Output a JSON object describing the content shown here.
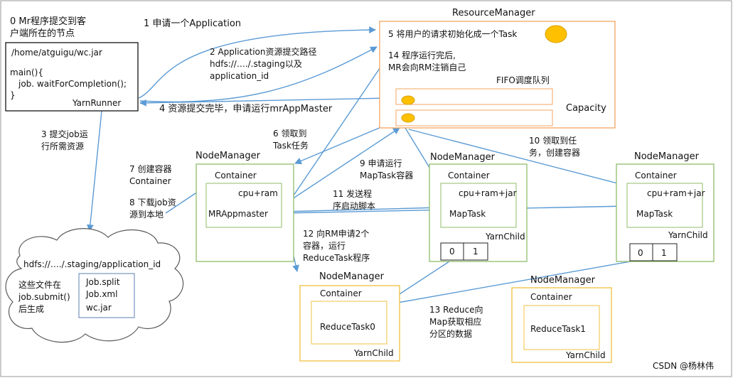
{
  "colors": {
    "arrow": "#5b9bd5",
    "resource_manager_border": "#f4a460",
    "nodemanager_green": "#8fbc6a",
    "nodemanager_yellow": "#f0c040",
    "task_dot": "#ffc000",
    "text": "#111111"
  },
  "client": {
    "caption_line1": "0 Mr程序提交到客",
    "caption_line2": "户端所在的节点",
    "jar_path": "/home/atguigu/wc.jar",
    "main_line": "main(){",
    "wait_line": "job. waitForCompletion();",
    "close_brace": "}",
    "runner": "YarnRunner"
  },
  "resource_manager": {
    "title": "ResourceManager",
    "step5": "5 将用户的请求初始化成一个Task",
    "step14_line1": "14 程序运行完后,",
    "step14_line2": "MR会向RM注销自己",
    "fifo": "FIFO调度队列",
    "capacity": "Capacity"
  },
  "steps": {
    "s1": "1 申请一个Application",
    "s2_line1": "2 Application资源提交路径",
    "s2_line2": "hdfs://…./.staging以及",
    "s2_line3": "application_id",
    "s4": "4 资源提交完毕，申请运行mrAppMaster",
    "s3_line1": "3 提交job运",
    "s3_line2": "行所需资源",
    "s6_line1": "6 领取到",
    "s6_line2": "Task任务",
    "s7_line1": "7 创建容器",
    "s7_line2": "Container",
    "s8_line1": "8 下载job资",
    "s8_line2": "源到本地",
    "s9_line1": "9 申请运行",
    "s9_line2": "MapTask容器",
    "s10_line1": "10 领取到任",
    "s10_line2": "务，创建容器",
    "s11_line1": "11 发送程",
    "s11_line2": "序启动脚本",
    "s12_line1": "12 向RM申请2个",
    "s12_line2": "容器，运行",
    "s12_line3": "ReduceTask程序",
    "s13_line1": "13 Reduce向",
    "s13_line2": "Map获取相应",
    "s13_line3": "分区的数据"
  },
  "hdfs": {
    "path": "hdfs://…./.staging/application_id",
    "note_line1": "这些文件在",
    "note_line2": "job.submit()",
    "note_line3": "后生成",
    "files": [
      "Job.split",
      "Job.xml",
      "wc.jar"
    ]
  },
  "nodes": {
    "nm_label": "NodeManager",
    "container_label": "Container",
    "master_cpu": "cpu+ram",
    "master_name": "MRAppmaster",
    "map_cpu": "cpu+ram+jar",
    "map_task": "MapTask",
    "yarn_child": "YarnChild",
    "partition0": "0",
    "partition1": "1",
    "reduce0": "ReduceTask0",
    "reduce1": "ReduceTask1"
  },
  "watermark": "CSDN @杨林伟"
}
